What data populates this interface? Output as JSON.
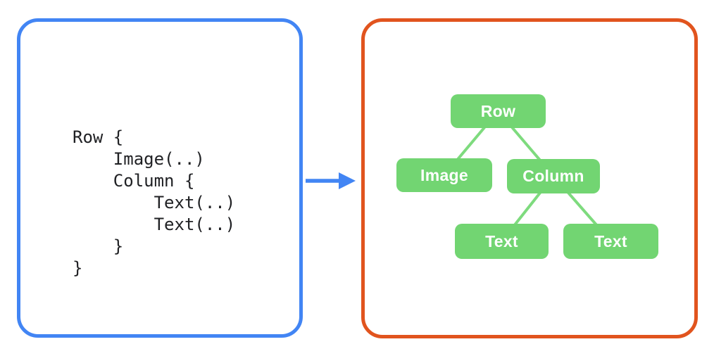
{
  "colors": {
    "background": "#ffffff",
    "code_panel_border": "#4285f4",
    "tree_panel_border": "#e1541e",
    "arrow": "#4285f4",
    "node_fill": "#72d572",
    "node_text": "#ffffff",
    "connector": "#7edb7e",
    "code_text": "#202124"
  },
  "code_panel": {
    "lines": [
      "Row {",
      "    Image(..)",
      "    Column {",
      "        Text(..)",
      "        Text(..)",
      "    }",
      "}"
    ]
  },
  "tree_panel": {
    "nodes": [
      {
        "id": "row",
        "label": "Row",
        "level": 0
      },
      {
        "id": "image",
        "label": "Image",
        "level": 1
      },
      {
        "id": "column",
        "label": "Column",
        "level": 1
      },
      {
        "id": "text1",
        "label": "Text",
        "level": 2
      },
      {
        "id": "text2",
        "label": "Text",
        "level": 2
      }
    ],
    "edges": [
      {
        "from": "row",
        "to": "image"
      },
      {
        "from": "row",
        "to": "column"
      },
      {
        "from": "column",
        "to": "text1"
      },
      {
        "from": "column",
        "to": "text2"
      }
    ]
  },
  "arrow": {
    "direction": "right"
  }
}
